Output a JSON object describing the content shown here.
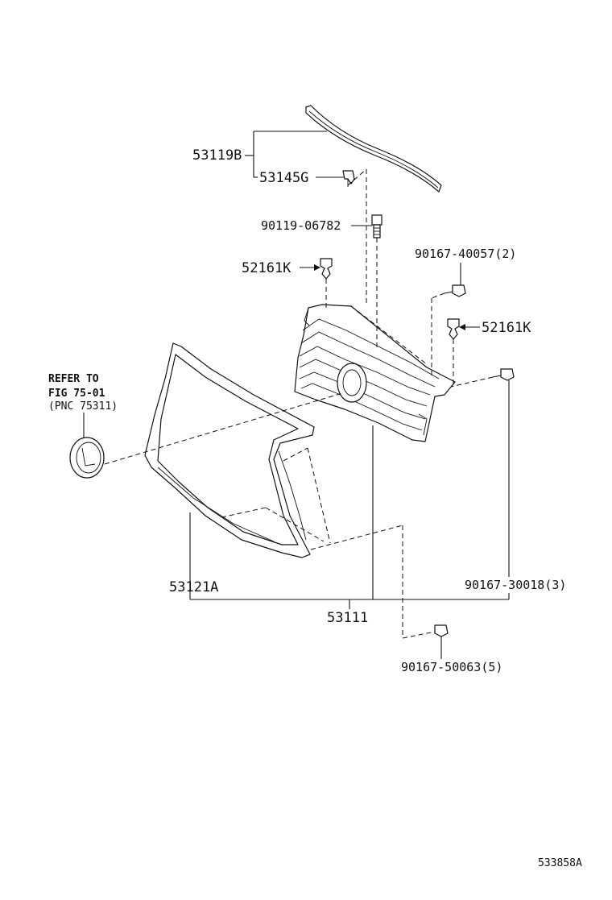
{
  "labels": {
    "p53119B": "53119B",
    "p53145G": "53145G",
    "p90119_06782": "90119-06782",
    "p52161K_left": "52161K",
    "p90167_40057": "90167-40057(2)",
    "p52161K_right": "52161K",
    "refer_line1": "REFER TO",
    "refer_line2": "FIG 75-01",
    "refer_line3": "(PNC 75311)",
    "p53121A": "53121A",
    "p53111": "53111",
    "p90167_30018": "90167-30018(3)",
    "p90167_50063": "90167-50063(5)",
    "diagram_id": "533858A"
  }
}
